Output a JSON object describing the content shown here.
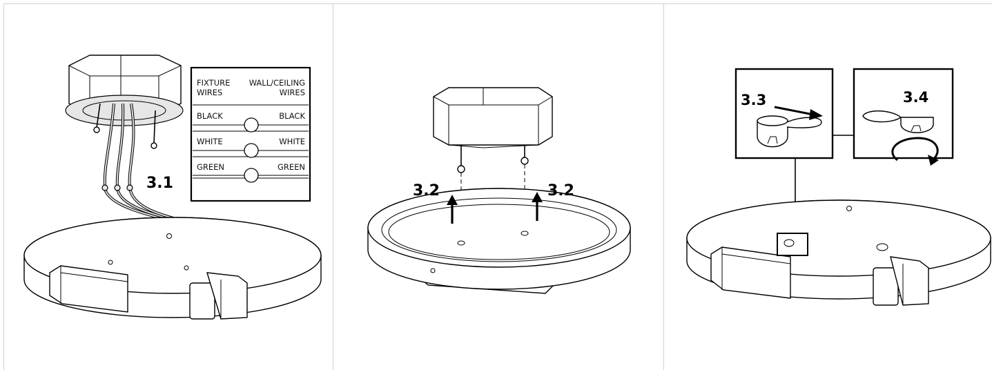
{
  "steps": {
    "s31": "3.1",
    "s32_left": "3.2",
    "s32_right": "3.2",
    "s33": "3.3",
    "s34": "3.4"
  },
  "wire_table": {
    "header_left": [
      "FIXTURE",
      "WIRES"
    ],
    "header_right": [
      "WALL/CEILING",
      "WIRES"
    ],
    "rows": [
      {
        "left": "BLACK",
        "right": "BLACK"
      },
      {
        "left": "WHITE",
        "right": "WHITE"
      },
      {
        "left": "GREEN",
        "right": "GREEN"
      }
    ]
  }
}
